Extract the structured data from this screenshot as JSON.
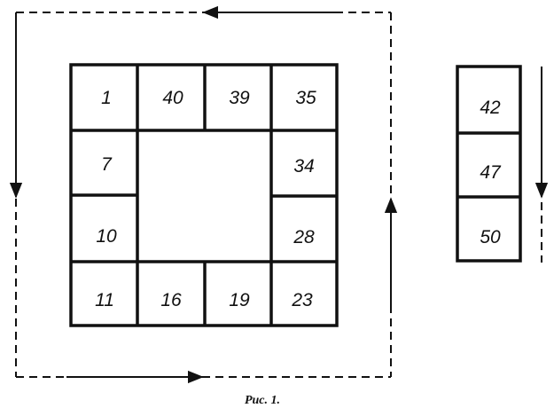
{
  "colors": {
    "ink": "#111111",
    "paper": "#ffffff"
  },
  "figure": {
    "caption": "Рис. 1.",
    "square_ring": {
      "top": [
        "1",
        "40",
        "39",
        "35"
      ],
      "left_middle": [
        "7",
        "10"
      ],
      "right_middle": [
        "34",
        "28"
      ],
      "bottom": [
        "11",
        "16",
        "19",
        "23"
      ]
    },
    "column": [
      "42",
      "47",
      "50"
    ],
    "arrows": {
      "loop_direction": "counterclockwise",
      "column_arrow": "down"
    }
  }
}
